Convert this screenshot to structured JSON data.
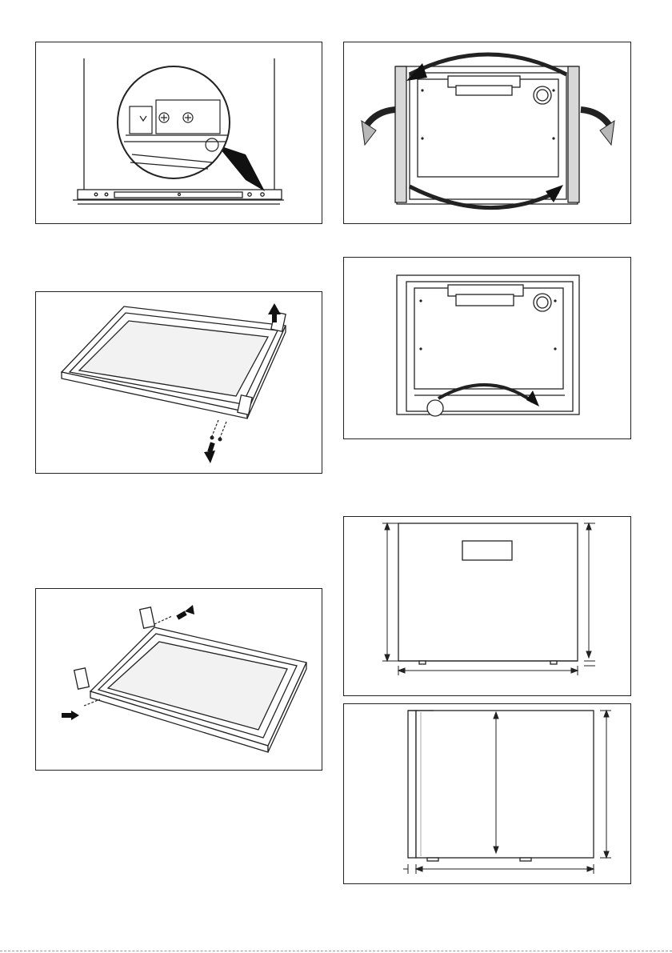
{
  "page": {
    "figures": [
      {
        "id": "fig-hinge-screw-detail",
        "icon": "hinge-screw-closeup-illustration"
      },
      {
        "id": "fig-oven-door-rotate",
        "icon": "rotate-arrows-illustration"
      },
      {
        "id": "fig-door-hinge-removal",
        "icon": "hinge-removal-illustration"
      },
      {
        "id": "fig-oven-front-bottom-arrow",
        "icon": "latch-arrow-illustration"
      },
      {
        "id": "fig-door-hinge-refit",
        "icon": "hinge-refit-illustration"
      },
      {
        "id": "fig-front-dimensions",
        "icon": "front-dimension-drawing"
      },
      {
        "id": "fig-side-dimensions",
        "icon": "side-dimension-drawing"
      }
    ],
    "colors": {
      "line": "#222222",
      "fill": "#ffffff",
      "glass": "#f2f2f2",
      "arrow": "#111111"
    }
  }
}
